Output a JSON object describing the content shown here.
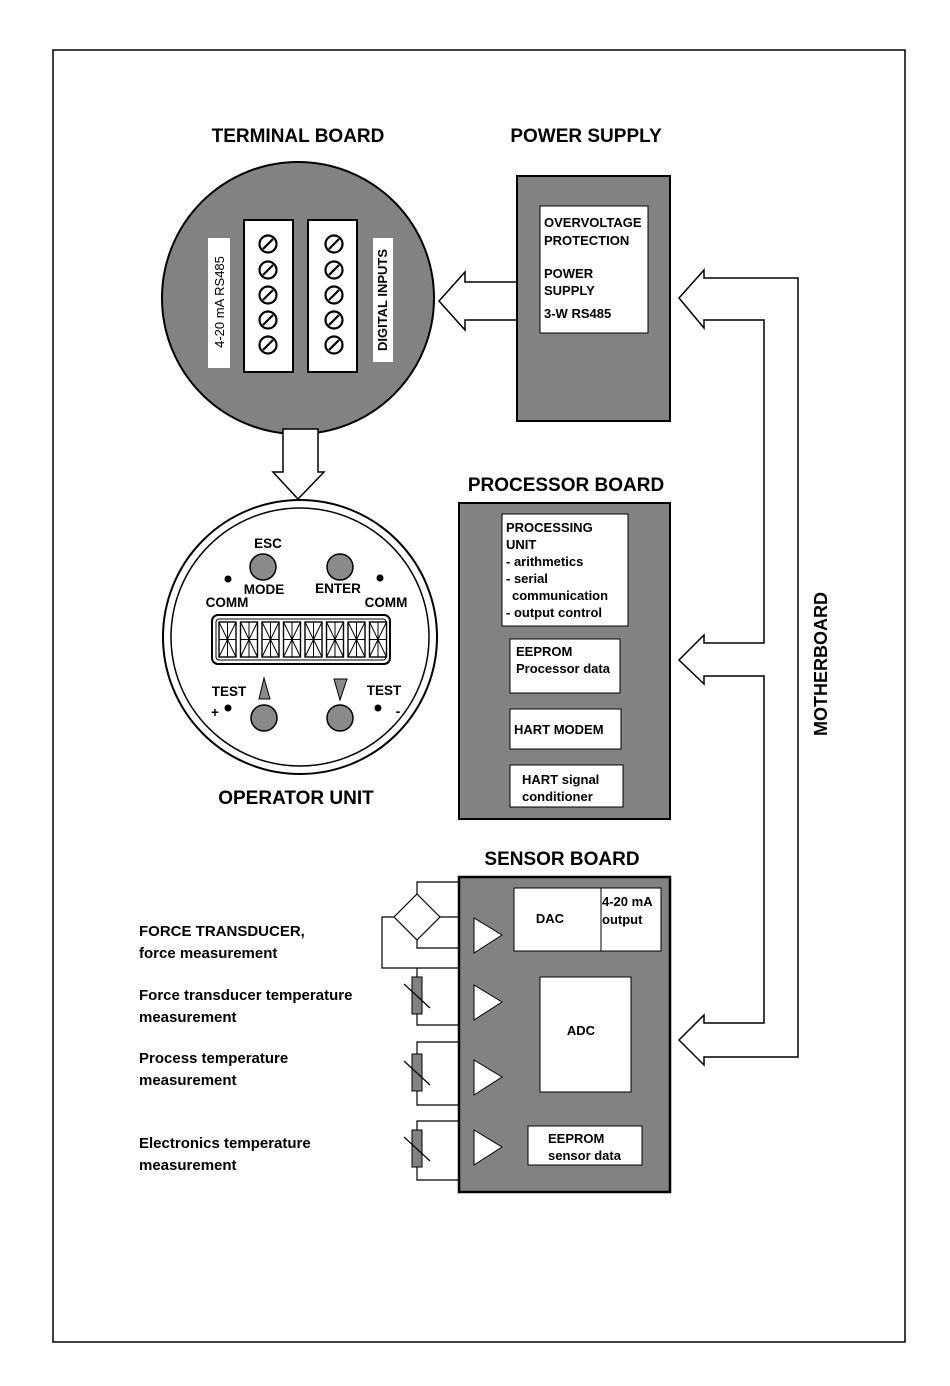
{
  "titles": {
    "terminal_board": "TERMINAL BOARD",
    "power_supply": "POWER SUPPLY",
    "processor_board": "PROCESSOR BOARD",
    "operator_unit": "OPERATOR UNIT",
    "sensor_board": "SENSOR BOARD",
    "motherboard": "MOTHERBOARD"
  },
  "terminal": {
    "left_label": "4-20 mA RS485",
    "right_label": "DIGITAL INPUTS"
  },
  "power_supply_box": {
    "line1": "OVERVOLTAGE",
    "line2": "PROTECTION",
    "line3": "POWER",
    "line4": "SUPPLY",
    "line5": "3-W  RS485"
  },
  "processor": {
    "unit_line1": "PROCESSING",
    "unit_line2": "UNIT",
    "unit_line3": "- arithmetics",
    "unit_line4": "- serial",
    "unit_line5": "communication",
    "unit_line6": "- output control",
    "eeprom_line1": "EEPROM",
    "eeprom_line2": "Processor data",
    "hart_modem": "HART MODEM",
    "hart_cond_line1": "HART signal",
    "hart_cond_line2": "conditioner"
  },
  "operator": {
    "esc": "ESC",
    "mode": "MODE",
    "enter": "ENTER",
    "comm_left": "COMM",
    "comm_right": "COMM",
    "test_left": "TEST",
    "test_right": "TEST",
    "plus": "+",
    "minus": "-"
  },
  "sensor": {
    "dac": "DAC",
    "out_line1": "4-20 mA",
    "out_line2": "output",
    "adc": "ADC",
    "eeprom_line1": "EEPROM",
    "eeprom_line2": "sensor data"
  },
  "sensor_labels": {
    "force_line1": "FORCE TRANSDUCER,",
    "force_line2": "force measurement",
    "ft_temp_line1": "Force transducer temperature",
    "ft_temp_line2": "measurement",
    "proc_temp_line1": "Process temperature",
    "proc_temp_line2": "measurement",
    "elec_temp_line1": "Electronics temperature",
    "elec_temp_line2": "measurement"
  },
  "colors": {
    "board_fill": "#828282",
    "button_fill": "#8a8a8a",
    "line": "#000000",
    "background": "#ffffff"
  }
}
